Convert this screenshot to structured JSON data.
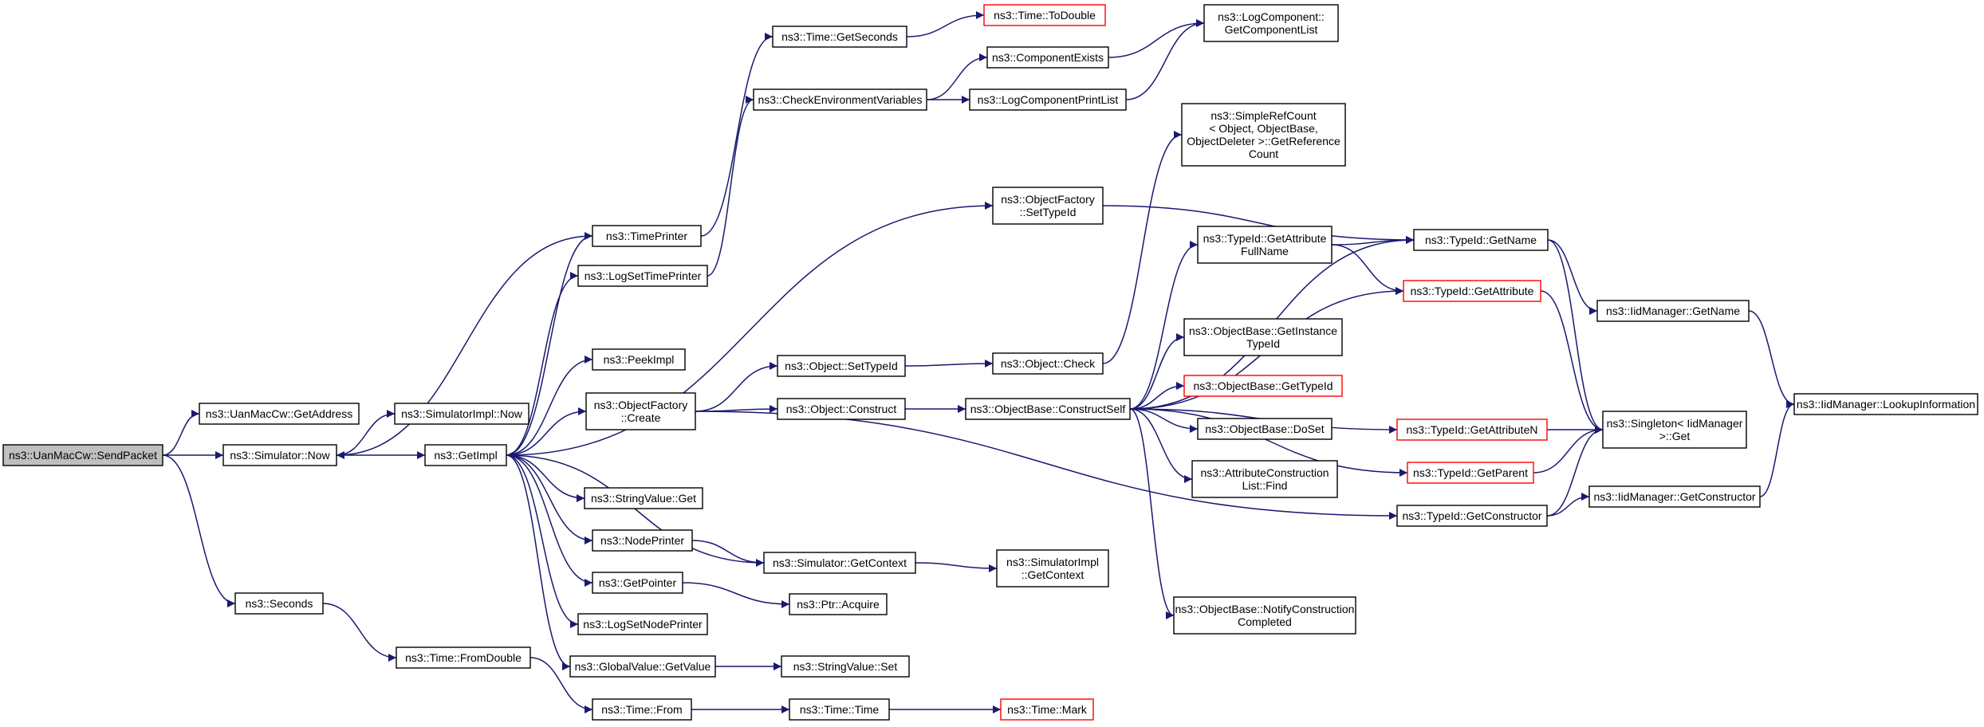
{
  "colors": {
    "edge": "#191970",
    "node_border": "#000000",
    "truncated_border": "#ff0000",
    "root_fill": "#bfbfbf"
  },
  "nodes": [
    {
      "id": "sendpacket",
      "lines": [
        "ns3::UanMacCw::SendPacket"
      ],
      "style": "root"
    },
    {
      "id": "getaddress",
      "lines": [
        "ns3::UanMacCw::GetAddress"
      ]
    },
    {
      "id": "simnow",
      "lines": [
        "ns3::Simulator::Now"
      ]
    },
    {
      "id": "seconds",
      "lines": [
        "ns3::Seconds"
      ]
    },
    {
      "id": "simimplnow",
      "lines": [
        "ns3::SimulatorImpl::Now"
      ]
    },
    {
      "id": "getimpl",
      "lines": [
        "ns3::GetImpl"
      ]
    },
    {
      "id": "timefromdouble",
      "lines": [
        "ns3::Time::FromDouble"
      ]
    },
    {
      "id": "timeprinter",
      "lines": [
        "ns3::TimePrinter"
      ]
    },
    {
      "id": "logsettimeprinter",
      "lines": [
        "ns3::LogSetTimePrinter"
      ]
    },
    {
      "id": "peekimpl",
      "lines": [
        "ns3::PeekImpl"
      ]
    },
    {
      "id": "ofcreate",
      "lines": [
        "ns3::ObjectFactory",
        "::Create"
      ]
    },
    {
      "id": "stringvalueget",
      "lines": [
        "ns3::StringValue::Get"
      ]
    },
    {
      "id": "nodeprinter",
      "lines": [
        "ns3::NodePrinter"
      ]
    },
    {
      "id": "getpointer",
      "lines": [
        "ns3::GetPointer"
      ]
    },
    {
      "id": "logsetnodeprinter",
      "lines": [
        "ns3::LogSetNodePrinter"
      ]
    },
    {
      "id": "gvgetvalue",
      "lines": [
        "ns3::GlobalValue::GetValue"
      ]
    },
    {
      "id": "timefrom",
      "lines": [
        "ns3::Time::From"
      ]
    },
    {
      "id": "getseconds",
      "lines": [
        "ns3::Time::GetSeconds"
      ]
    },
    {
      "id": "checkenv",
      "lines": [
        "ns3::CheckEnvironmentVariables"
      ]
    },
    {
      "id": "objsettypeid",
      "lines": [
        "ns3::Object::SetTypeId"
      ]
    },
    {
      "id": "objconstruct",
      "lines": [
        "ns3::Object::Construct"
      ]
    },
    {
      "id": "simgetcontext",
      "lines": [
        "ns3::Simulator::GetContext"
      ]
    },
    {
      "id": "ptracquire",
      "lines": [
        "ns3::Ptr::Acquire"
      ]
    },
    {
      "id": "stringvalueset",
      "lines": [
        "ns3::StringValue::Set"
      ]
    },
    {
      "id": "timetime",
      "lines": [
        "ns3::Time::Time"
      ]
    },
    {
      "id": "todouble",
      "lines": [
        "ns3::Time::ToDouble"
      ],
      "style": "red"
    },
    {
      "id": "componentexists",
      "lines": [
        "ns3::ComponentExists"
      ]
    },
    {
      "id": "logcompprintlist",
      "lines": [
        "ns3::LogComponentPrintList"
      ]
    },
    {
      "id": "ofsettypeid",
      "lines": [
        "ns3::ObjectFactory",
        "::SetTypeId"
      ]
    },
    {
      "id": "objcheck",
      "lines": [
        "ns3::Object::Check"
      ]
    },
    {
      "id": "constructself",
      "lines": [
        "ns3::ObjectBase::ConstructSelf"
      ]
    },
    {
      "id": "simimplgetcontext",
      "lines": [
        "ns3::SimulatorImpl",
        "::GetContext"
      ]
    },
    {
      "id": "timemark",
      "lines": [
        "ns3::Time::Mark"
      ],
      "style": "red"
    },
    {
      "id": "getcomplist",
      "lines": [
        "ns3::LogComponent::",
        "GetComponentList"
      ]
    },
    {
      "id": "simplerefcount",
      "lines": [
        "ns3::SimpleRefCount",
        "< Object, ObjectBase,",
        "ObjectDeleter >::GetReference",
        "Count"
      ]
    },
    {
      "id": "getattrfullname",
      "lines": [
        "ns3::TypeId::GetAttribute",
        "FullName"
      ]
    },
    {
      "id": "getinstancetypeid",
      "lines": [
        "ns3::ObjectBase::GetInstance",
        "TypeId"
      ]
    },
    {
      "id": "obgettypeid",
      "lines": [
        "ns3::ObjectBase::GetTypeId"
      ],
      "style": "red"
    },
    {
      "id": "obdoset",
      "lines": [
        "ns3::ObjectBase::DoSet"
      ]
    },
    {
      "id": "attrconstfind",
      "lines": [
        "ns3::AttributeConstruction",
        "List::Find"
      ]
    },
    {
      "id": "notifyconst",
      "lines": [
        "ns3::ObjectBase::NotifyConstruction",
        "Completed"
      ]
    },
    {
      "id": "typeidgetname",
      "lines": [
        "ns3::TypeId::GetName"
      ]
    },
    {
      "id": "getattribute",
      "lines": [
        "ns3::TypeId::GetAttribute"
      ],
      "style": "red"
    },
    {
      "id": "getattributen",
      "lines": [
        "ns3::TypeId::GetAttributeN"
      ],
      "style": "red"
    },
    {
      "id": "getparent",
      "lines": [
        "ns3::TypeId::GetParent"
      ],
      "style": "red"
    },
    {
      "id": "getconstructor",
      "lines": [
        "ns3::TypeId::GetConstructor"
      ]
    },
    {
      "id": "iidgetname",
      "lines": [
        "ns3::IidManager::GetName"
      ]
    },
    {
      "id": "singletonget",
      "lines": [
        "ns3::Singleton< IidManager",
        ">::Get"
      ]
    },
    {
      "id": "iidgetconstructor",
      "lines": [
        "ns3::IidManager::GetConstructor"
      ]
    },
    {
      "id": "iidlookup",
      "lines": [
        "ns3::IidManager::LookupInformation"
      ]
    }
  ],
  "edges": [
    [
      "sendpacket",
      "getaddress"
    ],
    [
      "sendpacket",
      "simnow"
    ],
    [
      "sendpacket",
      "seconds"
    ],
    [
      "simnow",
      "simimplnow"
    ],
    [
      "simnow",
      "getimpl"
    ],
    [
      "seconds",
      "timefromdouble"
    ],
    [
      "timefromdouble",
      "timefrom"
    ],
    [
      "getimpl",
      "timeprinter"
    ],
    [
      "getimpl",
      "logsettimeprinter"
    ],
    [
      "getimpl",
      "ofsettypeid"
    ],
    [
      "getimpl",
      "peekimpl"
    ],
    [
      "getimpl",
      "ofcreate"
    ],
    [
      "getimpl",
      "stringvalueget"
    ],
    [
      "getimpl",
      "nodeprinter"
    ],
    [
      "getimpl",
      "getpointer"
    ],
    [
      "getimpl",
      "logsetnodeprinter"
    ],
    [
      "getimpl",
      "gvgetvalue"
    ],
    [
      "timeprinter",
      "simnow"
    ],
    [
      "timeprinter",
      "getseconds"
    ],
    [
      "logsettimeprinter",
      "checkenv"
    ],
    [
      "simgetcontext",
      "getimpl"
    ],
    [
      "getseconds",
      "todouble"
    ],
    [
      "checkenv",
      "componentexists"
    ],
    [
      "checkenv",
      "logcompprintlist"
    ],
    [
      "componentexists",
      "getcomplist"
    ],
    [
      "logcompprintlist",
      "getcomplist"
    ],
    [
      "ofsettypeid",
      "typeidgetname"
    ],
    [
      "ofcreate",
      "objsettypeid"
    ],
    [
      "ofcreate",
      "objconstruct"
    ],
    [
      "ofcreate",
      "getconstructor"
    ],
    [
      "objsettypeid",
      "objcheck"
    ],
    [
      "objcheck",
      "simplerefcount"
    ],
    [
      "objconstruct",
      "constructself"
    ],
    [
      "nodeprinter",
      "simgetcontext"
    ],
    [
      "simgetcontext",
      "simimplgetcontext"
    ],
    [
      "getpointer",
      "ptracquire"
    ],
    [
      "gvgetvalue",
      "stringvalueset"
    ],
    [
      "timefrom",
      "timetime"
    ],
    [
      "timetime",
      "timemark"
    ],
    [
      "constructself",
      "typeidgetname"
    ],
    [
      "constructself",
      "getattrfullname"
    ],
    [
      "constructself",
      "getattribute"
    ],
    [
      "constructself",
      "getinstancetypeid"
    ],
    [
      "constructself",
      "obgettypeid"
    ],
    [
      "constructself",
      "obdoset"
    ],
    [
      "constructself",
      "attrconstfind"
    ],
    [
      "constructself",
      "getattributen"
    ],
    [
      "constructself",
      "getparent"
    ],
    [
      "constructself",
      "notifyconst"
    ],
    [
      "getattrfullname",
      "typeidgetname"
    ],
    [
      "getattrfullname",
      "getattribute"
    ],
    [
      "typeidgetname",
      "iidgetname"
    ],
    [
      "typeidgetname",
      "singletonget"
    ],
    [
      "getattribute",
      "singletonget"
    ],
    [
      "getattributen",
      "singletonget"
    ],
    [
      "getparent",
      "singletonget"
    ],
    [
      "getconstructor",
      "singletonget"
    ],
    [
      "getconstructor",
      "iidgetconstructor"
    ],
    [
      "iidgetname",
      "iidlookup"
    ],
    [
      "iidgetconstructor",
      "iidlookup"
    ]
  ]
}
